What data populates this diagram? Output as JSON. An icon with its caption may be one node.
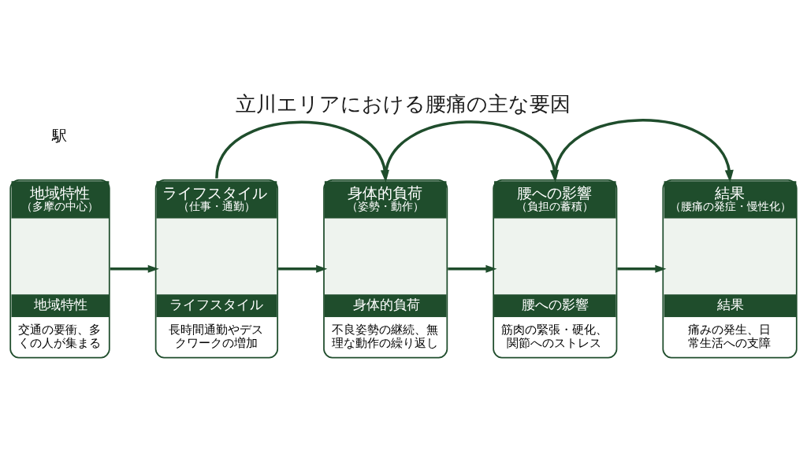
{
  "diagram": {
    "title": "立川エリアにおける腰痛の主な要因",
    "nodes": [
      {
        "text": [
          "地域特性",
          "（多摩の中心）",
          "地域特性",
          "交通の要衝、多くの人が集まる"
        ]
      },
      {
        "text": [
          "ライフスタイル",
          "（仕事・通勤）",
          "ライフスタイル",
          "長時間通勤やデスクワークの増加"
        ]
      },
      {
        "text": [
          "身体的負荷",
          "（姿勢・動作）",
          "身体的負荷",
          "不良姿勢の継続、無理な動作の繰り返し"
        ]
      },
      {
        "text": [
          "腰への影響",
          "（負担の蓄積）",
          "腰への影響",
          "筋肉の緊張・硬化、関節へのストレス"
        ]
      },
      {
        "text": [
          "結果",
          "（腰痛の発症・慢性化）",
          "結果",
          "痛みの発生、日常生活への支障"
        ]
      }
    ],
    "edges": [
      {
        "from": 0,
        "to": 1,
        "arrow": "to"
      },
      {
        "from": 1,
        "to": 2,
        "arrow": "to"
      },
      {
        "from": 2,
        "to": 3,
        "arrow": "to"
      },
      {
        "from": 3,
        "to": 4,
        "arrow": "to"
      },
      {
        "from": 1,
        "to": 2,
        "arrow": "to"
      },
      {
        "from": 2,
        "to": 3,
        "arrow": "to"
      },
      {
        "from": 3,
        "to": 4,
        "arrow": "to"
      }
    ],
    "labels": [
      "駅"
    ]
  }
}
